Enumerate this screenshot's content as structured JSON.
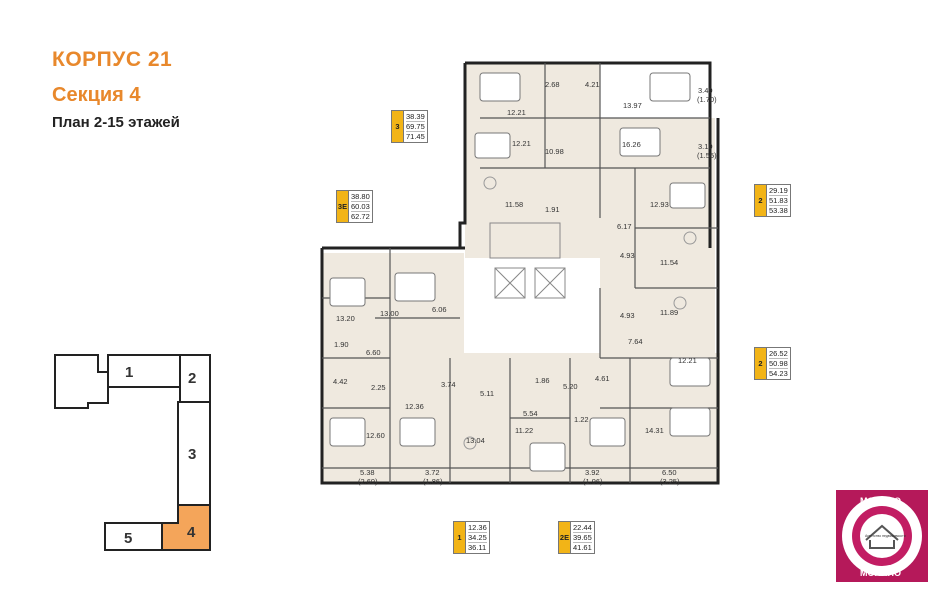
{
  "header": {
    "building": "КОРПУС 21",
    "section": "Секция 4",
    "floors": "План 2-15 этажей"
  },
  "apartment_tags": [
    {
      "rooms": "3",
      "values": [
        "38.39",
        "69.75",
        "71.45"
      ]
    },
    {
      "rooms": "3E",
      "values": [
        "38.80",
        "60.03",
        "62.72"
      ]
    },
    {
      "rooms": "2",
      "values": [
        "29.19",
        "51.83",
        "53.38"
      ]
    },
    {
      "rooms": "2",
      "values": [
        "26.52",
        "50.98",
        "54.23"
      ]
    },
    {
      "rooms": "1",
      "values": [
        "12.36",
        "34.25",
        "36.11"
      ]
    },
    {
      "rooms": "2E",
      "values": [
        "22.44",
        "39.65",
        "41.61"
      ]
    }
  ],
  "room_labels": [
    "12.21",
    "2.68",
    "4.21",
    "13.97",
    "3.40",
    "(1.70)",
    "12.21",
    "10.98",
    "16.26",
    "3.10",
    "(1.55)",
    "11.58",
    "1.91",
    "12.93",
    "6.17",
    "4.93",
    "11.54",
    "13.20",
    "13.00",
    "6.06",
    "4.93",
    "11.89",
    "1.90",
    "6.60",
    "7.64",
    "12.21",
    "4.42",
    "2.25",
    "3.74",
    "5.11",
    "1.86",
    "5.20",
    "4.61",
    "12.36",
    "5.54",
    "1.22",
    "12.60",
    "13.04",
    "11.22",
    "14.31",
    "5.38",
    "(2.69)",
    "3.72",
    "(1.86)",
    "3.92",
    "(1.96)",
    "6.50",
    "(3.25)"
  ],
  "section_map": {
    "sections": [
      "1",
      "2",
      "3",
      "4",
      "5"
    ],
    "highlight": "4",
    "highlight_color": "#f4a55a"
  },
  "colors": {
    "title": "#e8882c",
    "tag": "#f2b417",
    "room_fill": "#efe9df"
  },
  "logo": {
    "top": "МОНИНО",
    "bottom": "МОНИНО",
    "sub": "Агентство недвижимости"
  }
}
